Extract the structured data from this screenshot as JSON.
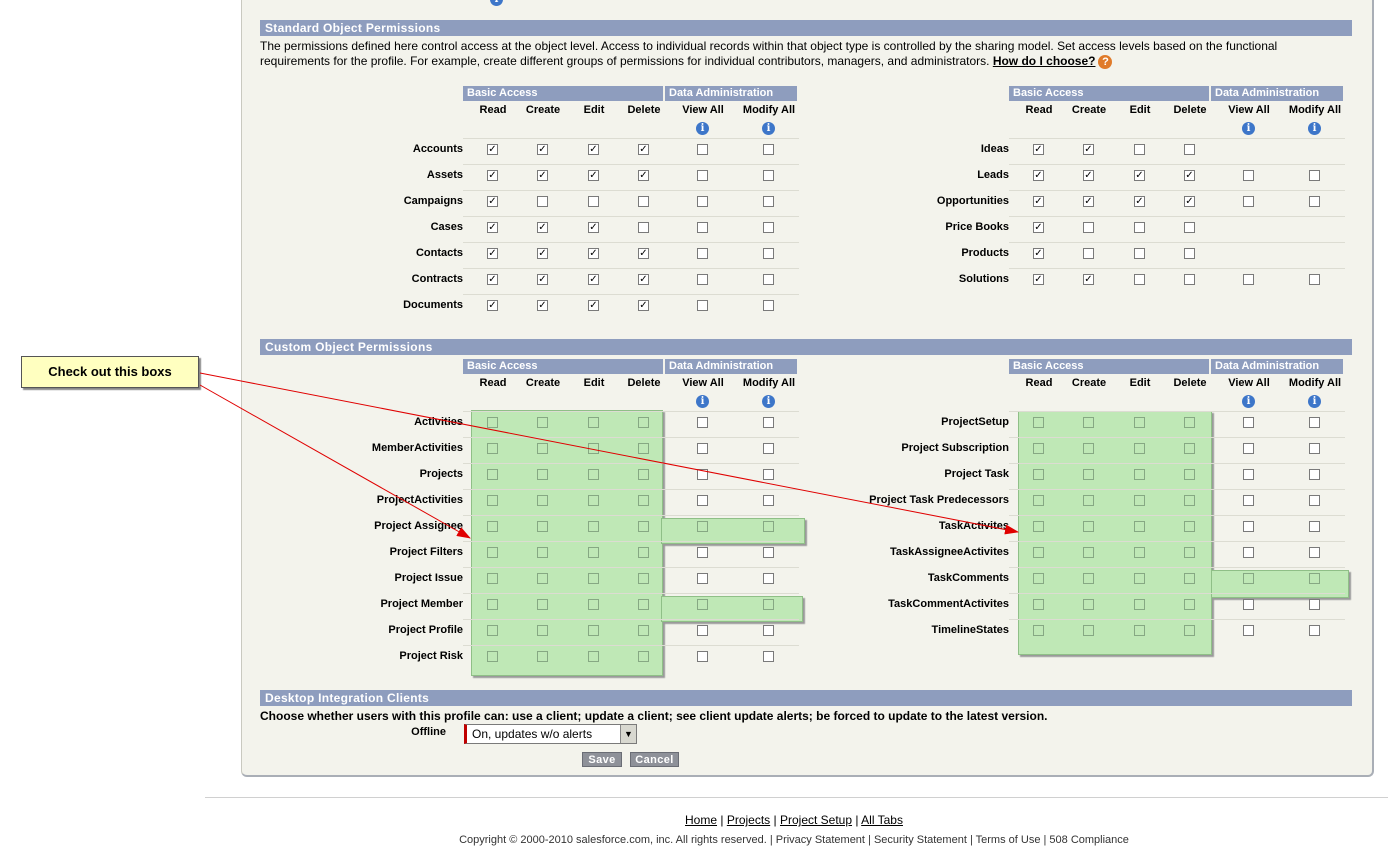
{
  "sections": {
    "standard": "Standard Object Permissions",
    "custom": "Custom Object Permissions",
    "desktop": "Desktop Integration Clients"
  },
  "standard_desc": "The permissions defined here control access at the object level. Access to individual records within that object type is controlled by the sharing model. Set access levels based on the functional requirements for the profile. For example, create different groups of permissions for individual contributors, managers, and administrators.",
  "help_link": "How do I choose?",
  "group_heads": {
    "basic": "Basic Access",
    "data_admin": "Data Administration"
  },
  "columns": [
    "Read",
    "Create",
    "Edit",
    "Delete",
    "View All",
    "Modify All"
  ],
  "standard_left": [
    {
      "name": "Accounts",
      "checks": [
        1,
        1,
        1,
        1,
        0,
        0
      ]
    },
    {
      "name": "Assets",
      "checks": [
        1,
        1,
        1,
        1,
        0,
        0
      ]
    },
    {
      "name": "Campaigns",
      "checks": [
        1,
        0,
        0,
        0,
        0,
        0
      ]
    },
    {
      "name": "Cases",
      "checks": [
        1,
        1,
        1,
        0,
        0,
        0
      ]
    },
    {
      "name": "Contacts",
      "checks": [
        1,
        1,
        1,
        1,
        0,
        0
      ]
    },
    {
      "name": "Contracts",
      "checks": [
        1,
        1,
        1,
        1,
        0,
        0
      ]
    },
    {
      "name": "Documents",
      "checks": [
        1,
        1,
        1,
        1,
        0,
        0
      ]
    }
  ],
  "standard_right": [
    {
      "name": "Ideas",
      "checks": [
        1,
        1,
        0,
        0,
        null,
        null
      ]
    },
    {
      "name": "Leads",
      "checks": [
        1,
        1,
        1,
        1,
        0,
        0
      ]
    },
    {
      "name": "Opportunities",
      "checks": [
        1,
        1,
        1,
        1,
        0,
        0
      ]
    },
    {
      "name": "Price Books",
      "checks": [
        1,
        0,
        0,
        0,
        null,
        null
      ]
    },
    {
      "name": "Products",
      "checks": [
        1,
        0,
        0,
        0,
        null,
        null
      ]
    },
    {
      "name": "Solutions",
      "checks": [
        1,
        1,
        0,
        0,
        0,
        0
      ]
    }
  ],
  "custom_left": [
    "Activities",
    "MemberActivities",
    "Projects",
    "ProjectActivities",
    "Project Assignee",
    "Project Filters",
    "Project Issue",
    "Project Member",
    "Project Profile",
    "Project Risk"
  ],
  "custom_right": [
    "ProjectSetup",
    "Project Subscription",
    "Project Task",
    "Project Task Predecessors",
    "TaskActivites",
    "TaskAssigneeActivites",
    "TaskComments",
    "TaskCommentActivites",
    "TimelineStates"
  ],
  "callout": "Check out this boxs",
  "desktop_desc": "Choose whether users with this profile can: use a client; update a client; see client update alerts; be forced to update to the latest version.",
  "offline_label": "Offline",
  "offline_value": "On, updates w/o alerts",
  "buttons": {
    "save": "Save",
    "cancel": "Cancel"
  },
  "footer_links": [
    "Home",
    "Projects",
    "Project Setup",
    "All Tabs"
  ],
  "copyright": "Copyright © 2000-2010 salesforce.com, inc. All rights reserved. | Privacy Statement | Security Statement | Terms of Use | 508 Compliance",
  "colors": {
    "section_bar": "#8e9dbe",
    "highlight": "#bfe8b6",
    "callout_bg": "#ffffc0",
    "arrow": "#e00000",
    "info_icon": "#3d76c9"
  }
}
